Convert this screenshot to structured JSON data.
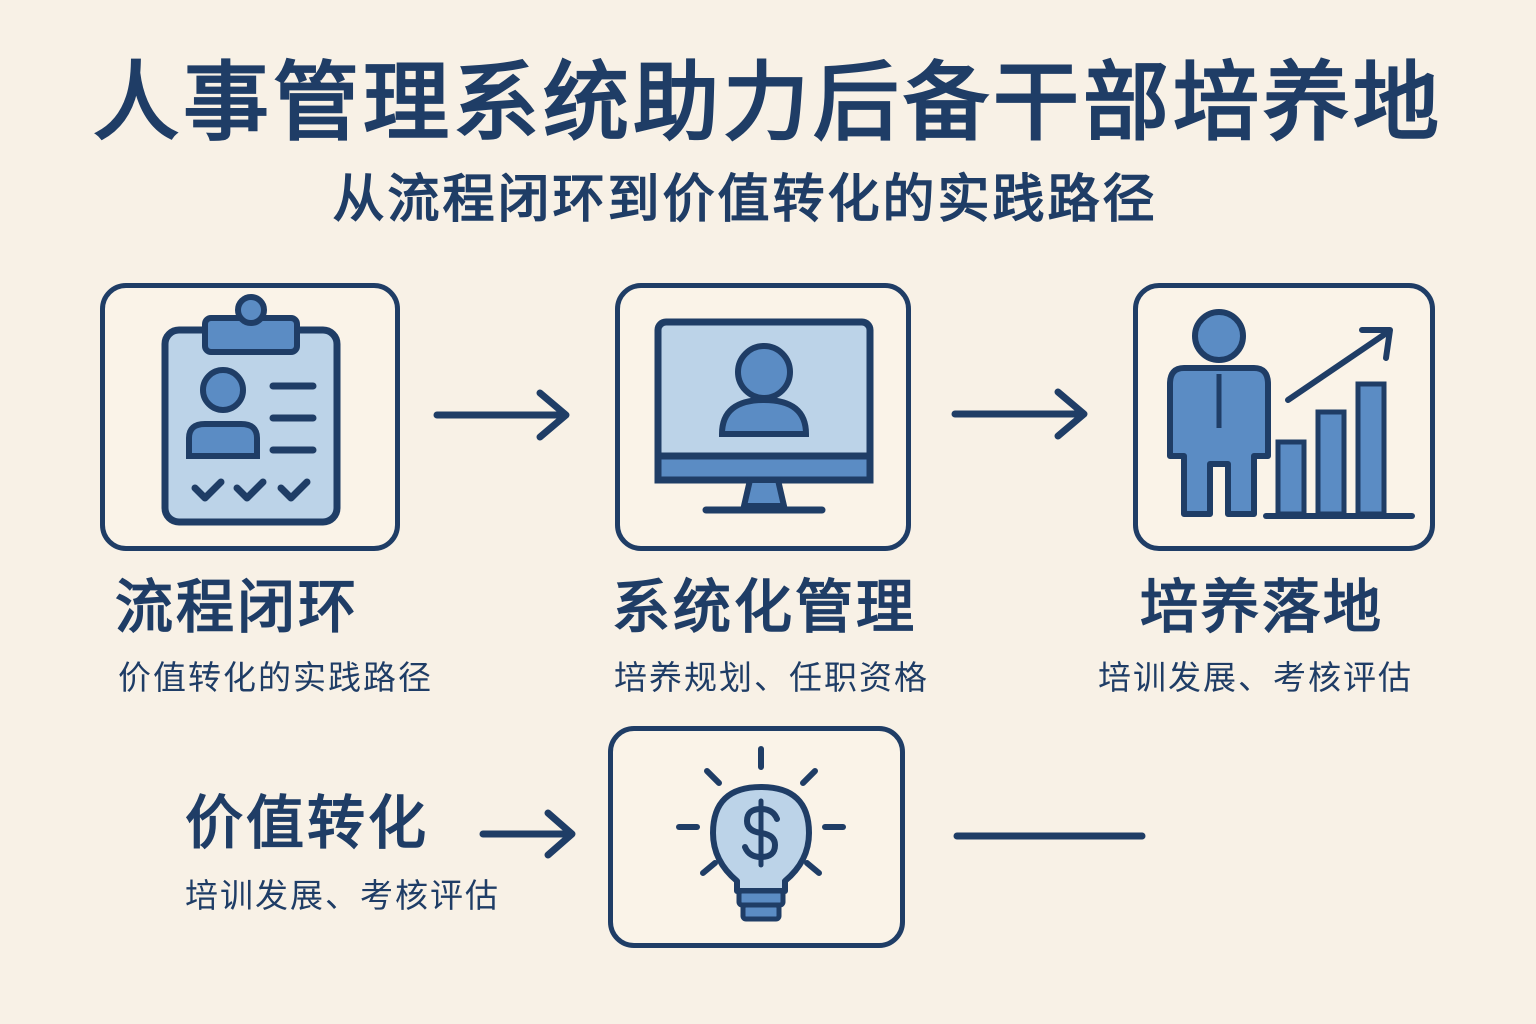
{
  "header": {
    "title": "人事管理系统助力后备干部培养地",
    "subtitle": "从流程闭环到价值转化的实践路径"
  },
  "steps": [
    {
      "title": "流程闭环",
      "desc": "价值转化的实践路径",
      "icon": "clipboard-profile-icon"
    },
    {
      "title": "系统化管理",
      "desc": "培养规划、任职资格",
      "icon": "monitor-user-icon"
    },
    {
      "title": "培养落地",
      "desc": "培训发展、考核评估",
      "icon": "person-growth-chart-icon"
    },
    {
      "title": "价值转化",
      "desc": "培训发展、考核评估",
      "icon": "lightbulb-dollar-icon"
    }
  ],
  "colors": {
    "background": "#f8f1e6",
    "primary": "#1f3d66",
    "fill_light": "#bcd3e8",
    "fill_mid": "#5b8cc4"
  }
}
